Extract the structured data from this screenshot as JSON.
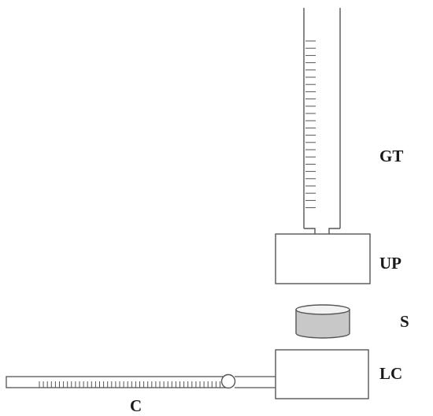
{
  "labels": {
    "gt": "GT",
    "up": "UP",
    "s": "S",
    "lc": "LC",
    "c": "C"
  },
  "colors": {
    "stroke": "#555555",
    "sample_fill": "#c8c8c8",
    "background": "#ffffff"
  }
}
